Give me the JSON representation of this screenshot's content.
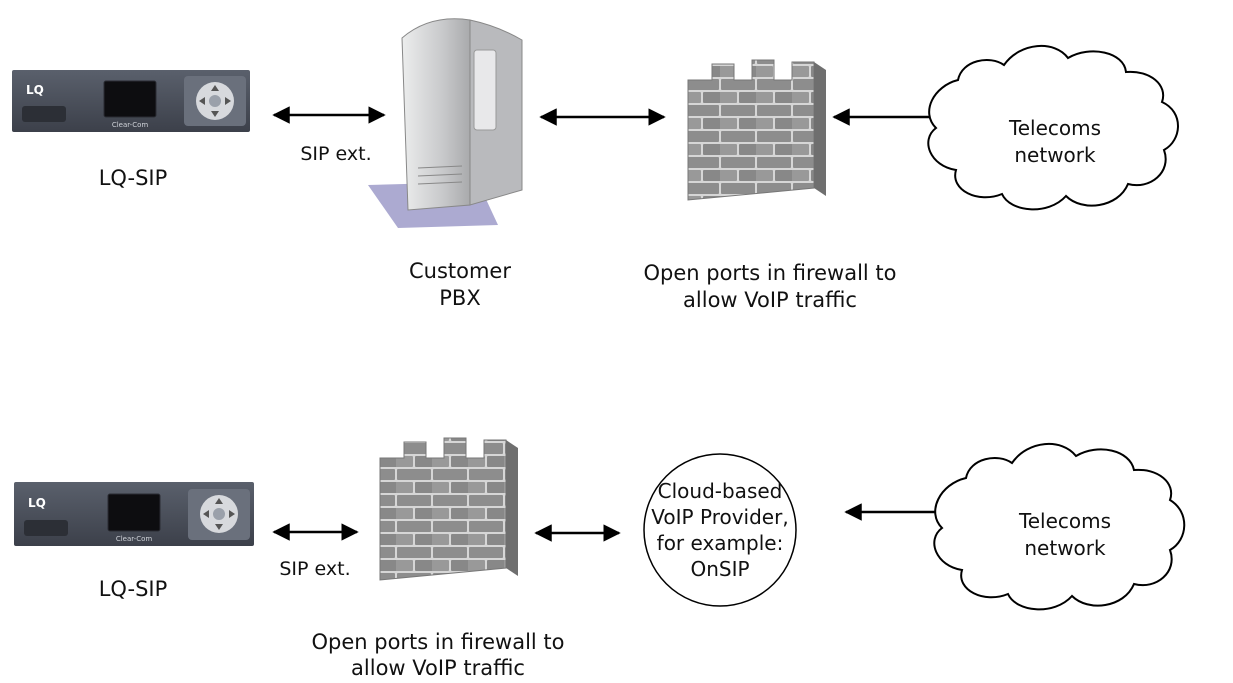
{
  "top_row": {
    "device_label": "LQ-SIP",
    "sip_label": "SIP ext.",
    "pbx_label_line1": "Customer",
    "pbx_label_line2": "PBX",
    "firewall_label_line1": "Open ports in firewall to",
    "firewall_label_line2": "allow VoIP traffic",
    "cloud_label_line1": "Telecoms",
    "cloud_label_line2": "network"
  },
  "bottom_row": {
    "device_label": "LQ-SIP",
    "sip_label": "SIP ext.",
    "firewall_label_line1": "Open ports in firewall to",
    "firewall_label_line2": "allow VoIP traffic",
    "provider_line1": "Cloud-based",
    "provider_line2": "VoIP Provider,",
    "provider_line3": "for example:",
    "provider_line4": "OnSIP",
    "cloud_label_line1": "Telecoms",
    "cloud_label_line2": "network"
  },
  "device_panel": {
    "brand_text": "LQ",
    "maker_text": "Clear-Com"
  },
  "colors": {
    "panel": "#4a4f5b",
    "brick": "#8d8d8d",
    "mortar": "#d6d6d6",
    "server": "#cfd0d2",
    "shadow": "#9d9bc9"
  }
}
